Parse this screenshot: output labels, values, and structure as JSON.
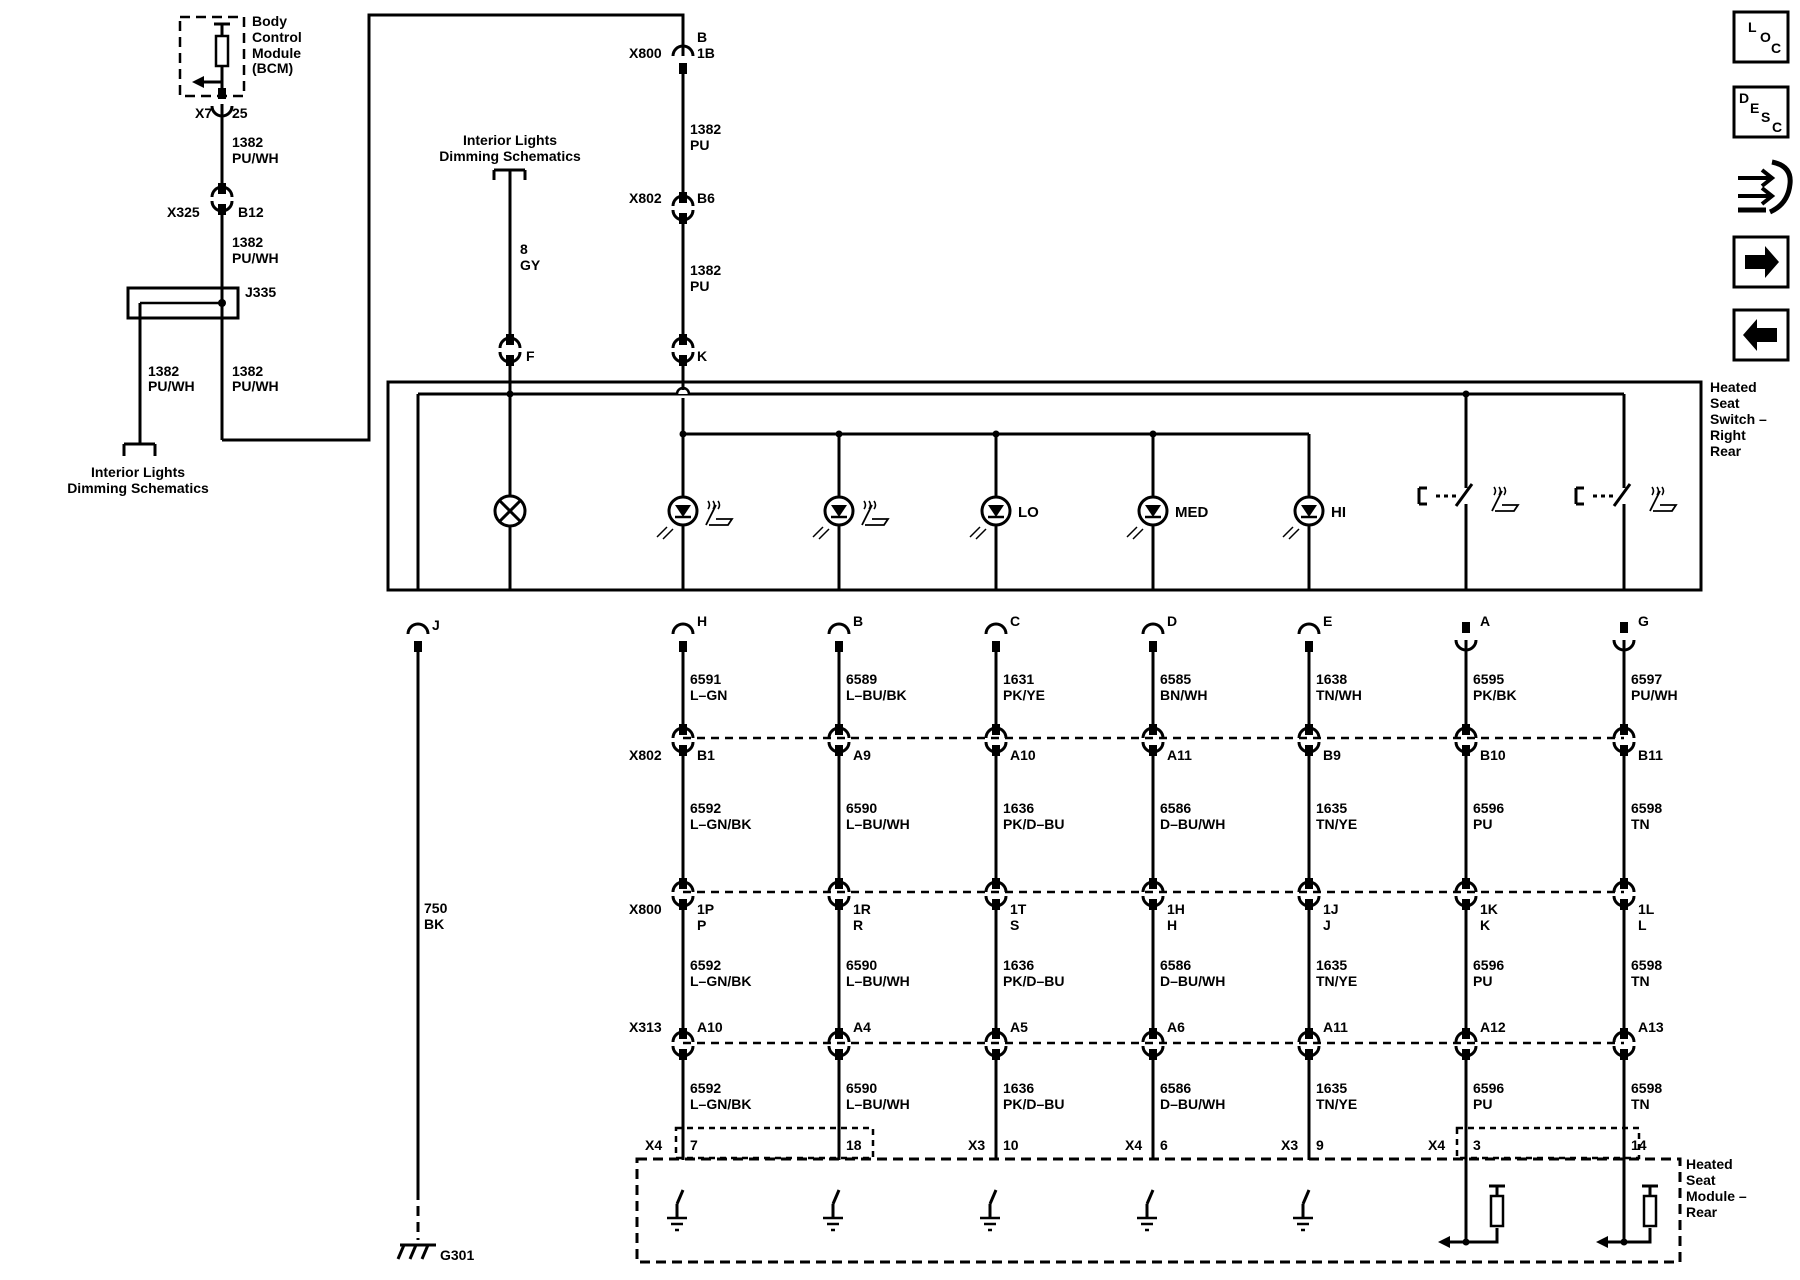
{
  "nav": {
    "loc": {
      "l1": "L",
      "l2": "O",
      "l3": "C"
    },
    "desc": {
      "l1": "D",
      "l2": "E",
      "l3": "S",
      "l4": "C"
    }
  },
  "bcm": {
    "name": [
      "Body",
      "Control",
      "Module",
      "(BCM)"
    ],
    "conn": "X7",
    "pin": "25"
  },
  "bcm_wire": {
    "circuit": "1382",
    "color": "PU/WH"
  },
  "x325": {
    "conn": "X325",
    "pin": "B12"
  },
  "x325_wire": {
    "circuit": "1382",
    "color": "PU/WH"
  },
  "j335": {
    "label": "J335"
  },
  "j335_left": {
    "circuit": "1382",
    "color": "PU/WH"
  },
  "j335_right": {
    "circuit": "1382",
    "color": "PU/WH"
  },
  "ild_bottom": [
    "Interior Lights",
    "Dimming Schematics"
  ],
  "ild_top": [
    "Interior Lights",
    "Dimming Schematics"
  ],
  "gy_wire": {
    "circuit": "8",
    "color": "GY"
  },
  "top_feed": {
    "x800": {
      "conn": "X800",
      "pin1": "B",
      "pin2": "1B"
    },
    "w1": {
      "circuit": "1382",
      "color": "PU"
    },
    "x802": {
      "conn": "X802",
      "pin": "B6"
    },
    "w2": {
      "circuit": "1382",
      "color": "PU"
    }
  },
  "switch_pins_top": {
    "f": "F",
    "k": "K"
  },
  "switch_label": [
    "Heated",
    "Seat",
    "Switch –",
    "Right",
    "Rear"
  ],
  "indicators": {
    "lo": "LO",
    "med": "MED",
    "hi": "HI"
  },
  "ground": {
    "pin": "J",
    "circuit": "750",
    "color": "BK",
    "label": "G301"
  },
  "row_connectors": {
    "x802": "X802",
    "x800": "X800",
    "x313": "X313"
  },
  "columns": [
    {
      "pin": "H",
      "w1c": "6591",
      "w1col": "L–GN",
      "x802": "B1",
      "w2c": "6592",
      "w2col": "L–GN/BK",
      "x800a": "1P",
      "x800b": "P",
      "w3c": "6592",
      "w3col": "L–GN/BK",
      "x313": "A10",
      "w4c": "6592",
      "w4col": "L–GN/BK",
      "hsm_conn": "X4",
      "hsm_pin": "7"
    },
    {
      "pin": "B",
      "w1c": "6589",
      "w1col": "L–BU/BK",
      "x802": "A9",
      "w2c": "6590",
      "w2col": "L–BU/WH",
      "x800a": "1R",
      "x800b": "R",
      "w3c": "6590",
      "w3col": "L–BU/WH",
      "x313": "A4",
      "w4c": "6590",
      "w4col": "L–BU/WH",
      "hsm_conn": "",
      "hsm_pin": "18"
    },
    {
      "pin": "C",
      "w1c": "1631",
      "w1col": "PK/YE",
      "x802": "A10",
      "w2c": "1636",
      "w2col": "PK/D–BU",
      "x800a": "1T",
      "x800b": "S",
      "w3c": "1636",
      "w3col": "PK/D–BU",
      "x313": "A5",
      "w4c": "1636",
      "w4col": "PK/D–BU",
      "hsm_conn": "X3",
      "hsm_pin": "10"
    },
    {
      "pin": "D",
      "w1c": "6585",
      "w1col": "BN/WH",
      "x802": "A11",
      "w2c": "6586",
      "w2col": "D–BU/WH",
      "x800a": "1H",
      "x800b": "H",
      "w3c": "6586",
      "w3col": "D–BU/WH",
      "x313": "A6",
      "w4c": "6586",
      "w4col": "D–BU/WH",
      "hsm_conn": "X4",
      "hsm_pin": "6"
    },
    {
      "pin": "E",
      "w1c": "1638",
      "w1col": "TN/WH",
      "x802": "B9",
      "w2c": "1635",
      "w2col": "TN/YE",
      "x800a": "1J",
      "x800b": "J",
      "w3c": "1635",
      "w3col": "TN/YE",
      "x313": "A11",
      "w4c": "1635",
      "w4col": "TN/YE",
      "hsm_conn": "X3",
      "hsm_pin": "9"
    },
    {
      "pin": "A",
      "w1c": "6595",
      "w1col": "PK/BK",
      "x802": "B10",
      "w2c": "6596",
      "w2col": "PU",
      "x800a": "1K",
      "x800b": "K",
      "w3c": "6596",
      "w3col": "PU",
      "x313": "A12",
      "w4c": "6596",
      "w4col": "PU",
      "hsm_conn": "X4",
      "hsm_pin": "3"
    },
    {
      "pin": "G",
      "w1c": "6597",
      "w1col": "PU/WH",
      "x802": "B11",
      "w2c": "6598",
      "w2col": "TN",
      "x800a": "1L",
      "x800b": "L",
      "w3c": "6598",
      "w3col": "TN",
      "x313": "A13",
      "w4c": "6598",
      "w4col": "TN",
      "hsm_conn": "",
      "hsm_pin": "14"
    }
  ],
  "hsm_label": [
    "Heated",
    "Seat",
    "Module –",
    "Rear"
  ]
}
